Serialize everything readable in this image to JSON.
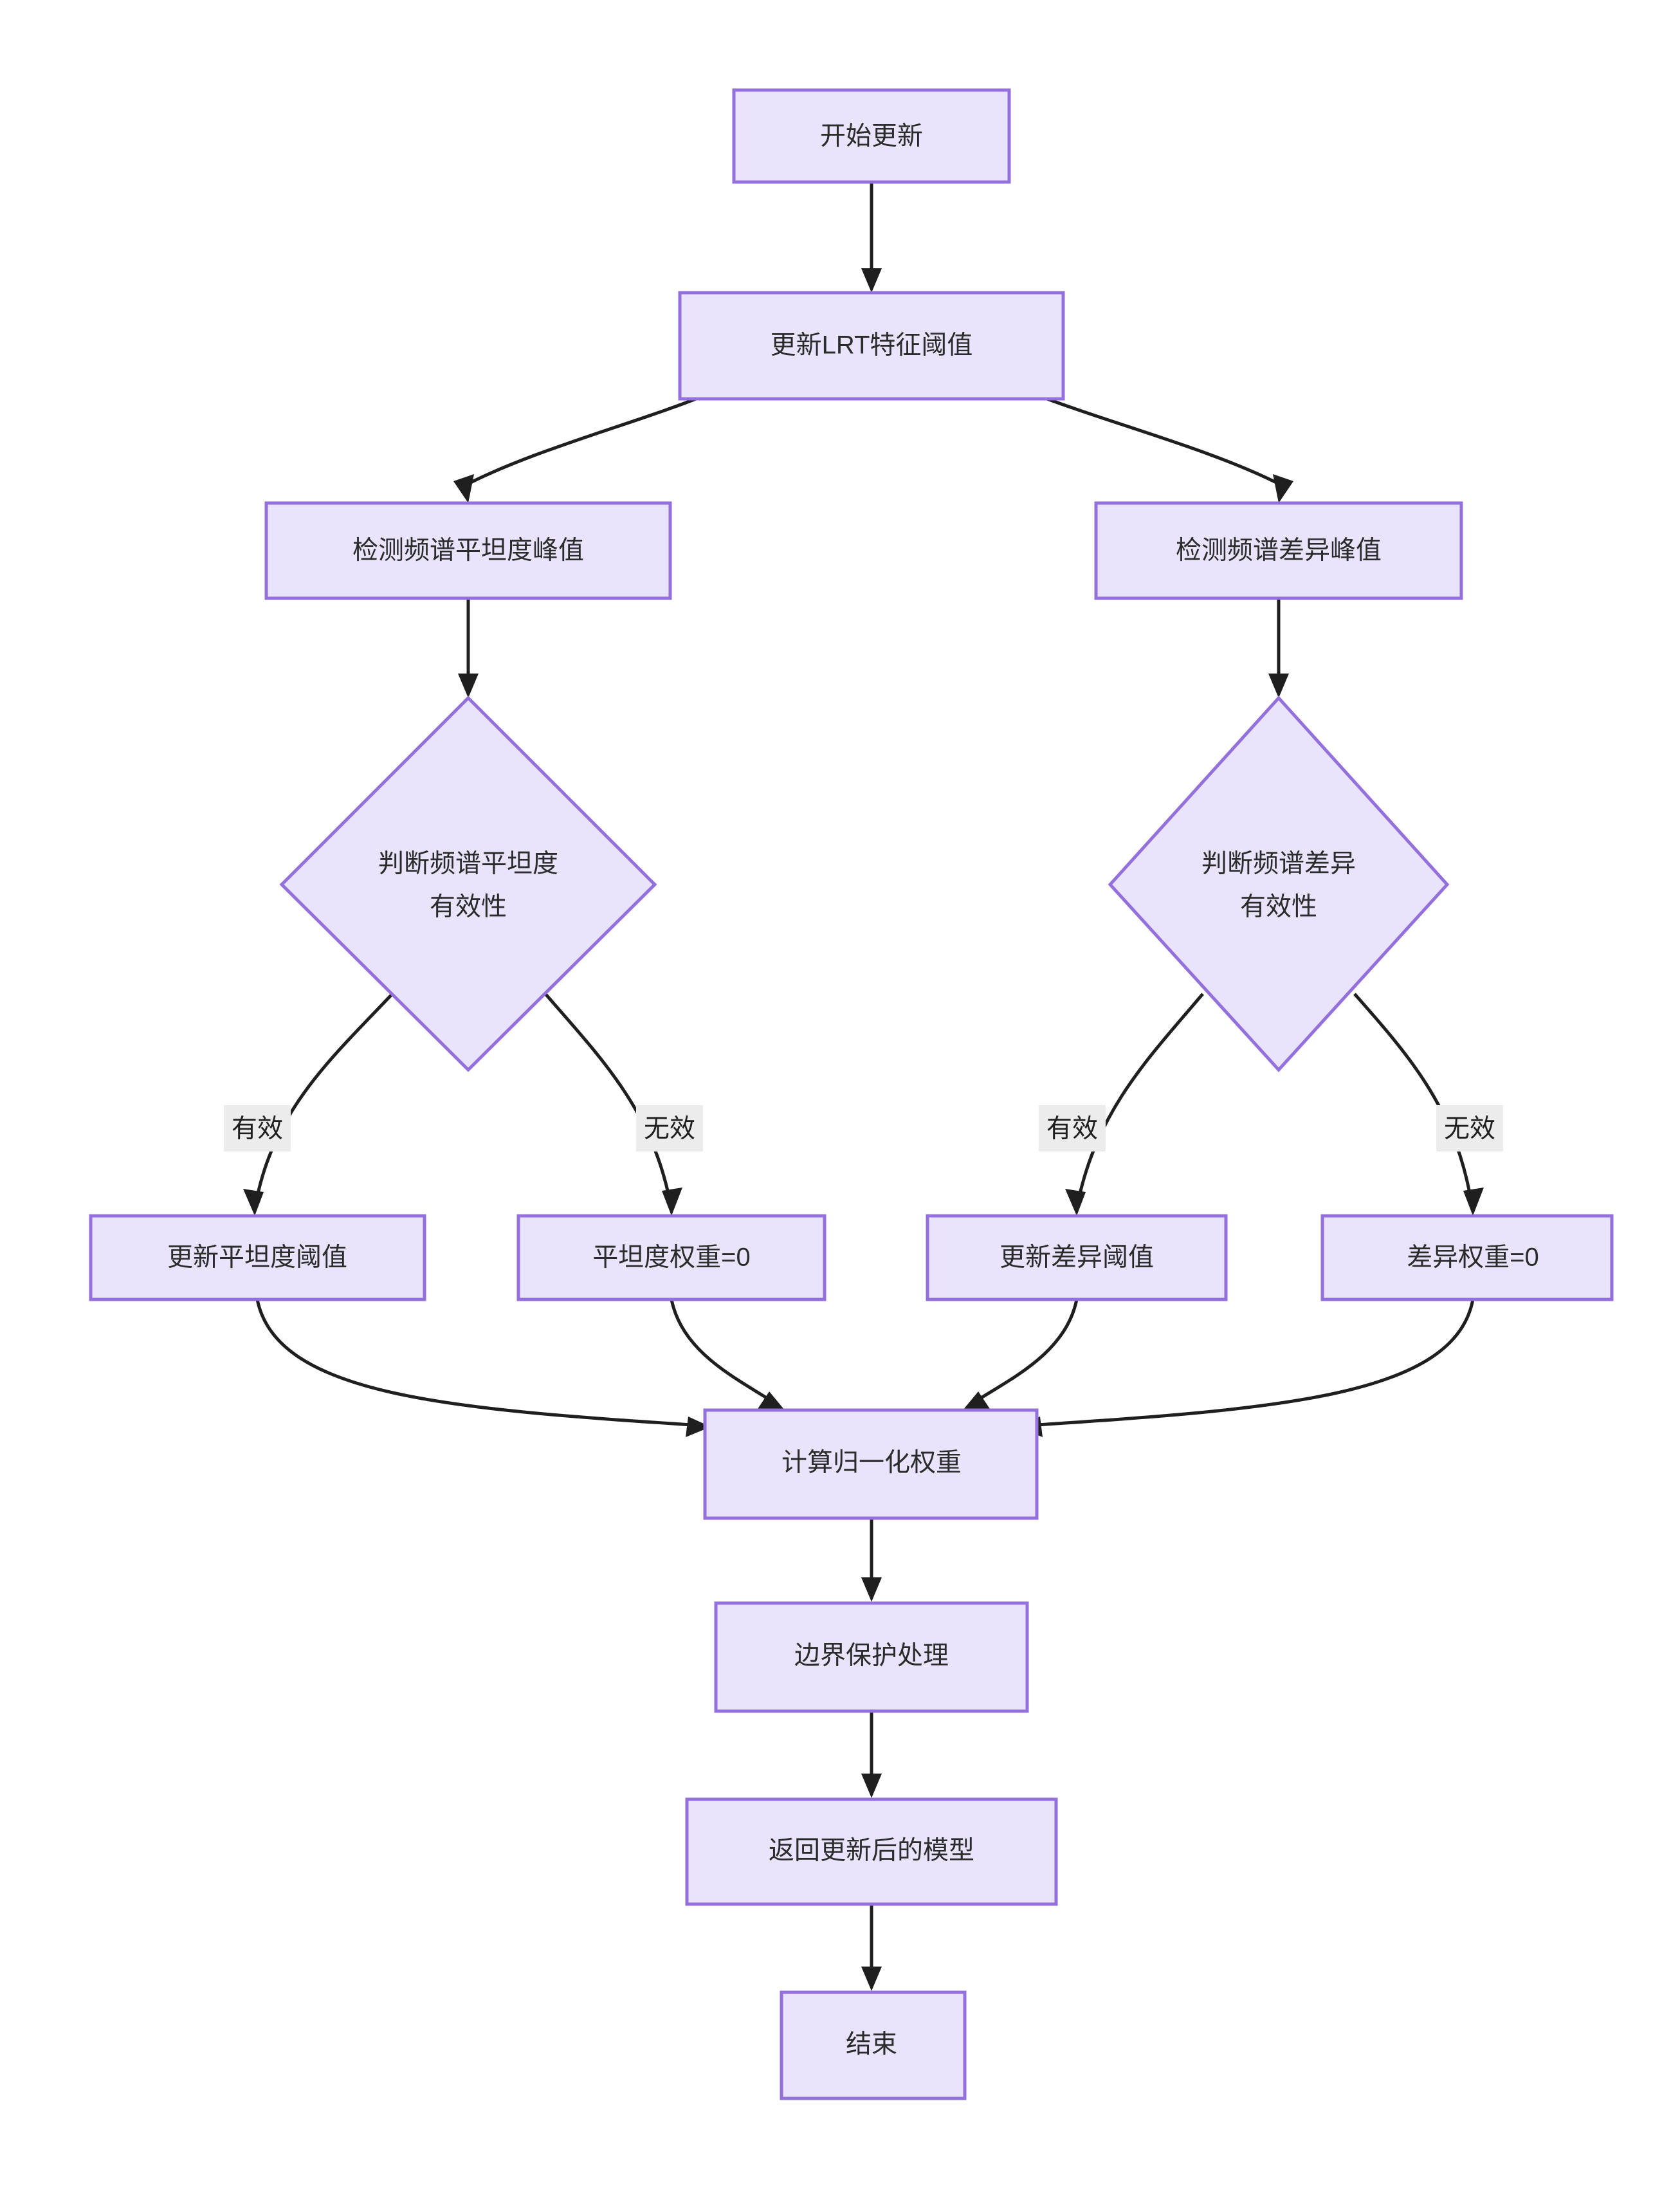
{
  "diagram": {
    "type": "flowchart",
    "direction": "top-down",
    "title": "",
    "theme": {
      "node_fill": "#e9e4fb",
      "node_stroke": "#9370db",
      "edge_stroke": "#1f1f1f",
      "edge_label_bg": "#ececec",
      "text_color": "#2b2b2b",
      "background": "#ffffff"
    },
    "nodes": [
      {
        "id": "start",
        "shape": "rect",
        "label": "开始更新"
      },
      {
        "id": "update_lrt",
        "shape": "rect",
        "label": "更新LRT特征阈值"
      },
      {
        "id": "detect_flat",
        "shape": "rect",
        "label": "检测频谱平坦度峰值"
      },
      {
        "id": "detect_diff",
        "shape": "rect",
        "label": "检测频谱差异峰值"
      },
      {
        "id": "judge_flat",
        "shape": "diamond",
        "label_line1": "判断频谱平坦度",
        "label_line2": "有效性"
      },
      {
        "id": "judge_diff",
        "shape": "diamond",
        "label_line1": "判断频谱差异",
        "label_line2": "有效性"
      },
      {
        "id": "update_flat_th",
        "shape": "rect",
        "label": "更新平坦度阈值"
      },
      {
        "id": "flat_w_zero",
        "shape": "rect",
        "label": "平坦度权重=0"
      },
      {
        "id": "update_diff_th",
        "shape": "rect",
        "label": "更新差异阈值"
      },
      {
        "id": "diff_w_zero",
        "shape": "rect",
        "label": "差异权重=0"
      },
      {
        "id": "norm_weights",
        "shape": "rect",
        "label": "计算归一化权重"
      },
      {
        "id": "boundary",
        "shape": "rect",
        "label": "边界保护处理"
      },
      {
        "id": "return_model",
        "shape": "rect",
        "label": "返回更新后的模型"
      },
      {
        "id": "end",
        "shape": "rect",
        "label": "结束"
      }
    ],
    "edges": [
      {
        "from": "start",
        "to": "update_lrt",
        "label": ""
      },
      {
        "from": "update_lrt",
        "to": "detect_flat",
        "label": ""
      },
      {
        "from": "update_lrt",
        "to": "detect_diff",
        "label": ""
      },
      {
        "from": "detect_flat",
        "to": "judge_flat",
        "label": ""
      },
      {
        "from": "detect_diff",
        "to": "judge_diff",
        "label": ""
      },
      {
        "from": "judge_flat",
        "to": "update_flat_th",
        "label": "有效"
      },
      {
        "from": "judge_flat",
        "to": "flat_w_zero",
        "label": "无效"
      },
      {
        "from": "judge_diff",
        "to": "update_diff_th",
        "label": "有效"
      },
      {
        "from": "judge_diff",
        "to": "diff_w_zero",
        "label": "无效"
      },
      {
        "from": "update_flat_th",
        "to": "norm_weights",
        "label": ""
      },
      {
        "from": "flat_w_zero",
        "to": "norm_weights",
        "label": ""
      },
      {
        "from": "update_diff_th",
        "to": "norm_weights",
        "label": ""
      },
      {
        "from": "diff_w_zero",
        "to": "norm_weights",
        "label": ""
      },
      {
        "from": "norm_weights",
        "to": "boundary",
        "label": ""
      },
      {
        "from": "boundary",
        "to": "return_model",
        "label": ""
      },
      {
        "from": "return_model",
        "to": "end",
        "label": ""
      }
    ],
    "edge_labels": {
      "flat_valid": "有效",
      "flat_invalid": "无效",
      "diff_valid": "有效",
      "diff_invalid": "无效"
    }
  }
}
